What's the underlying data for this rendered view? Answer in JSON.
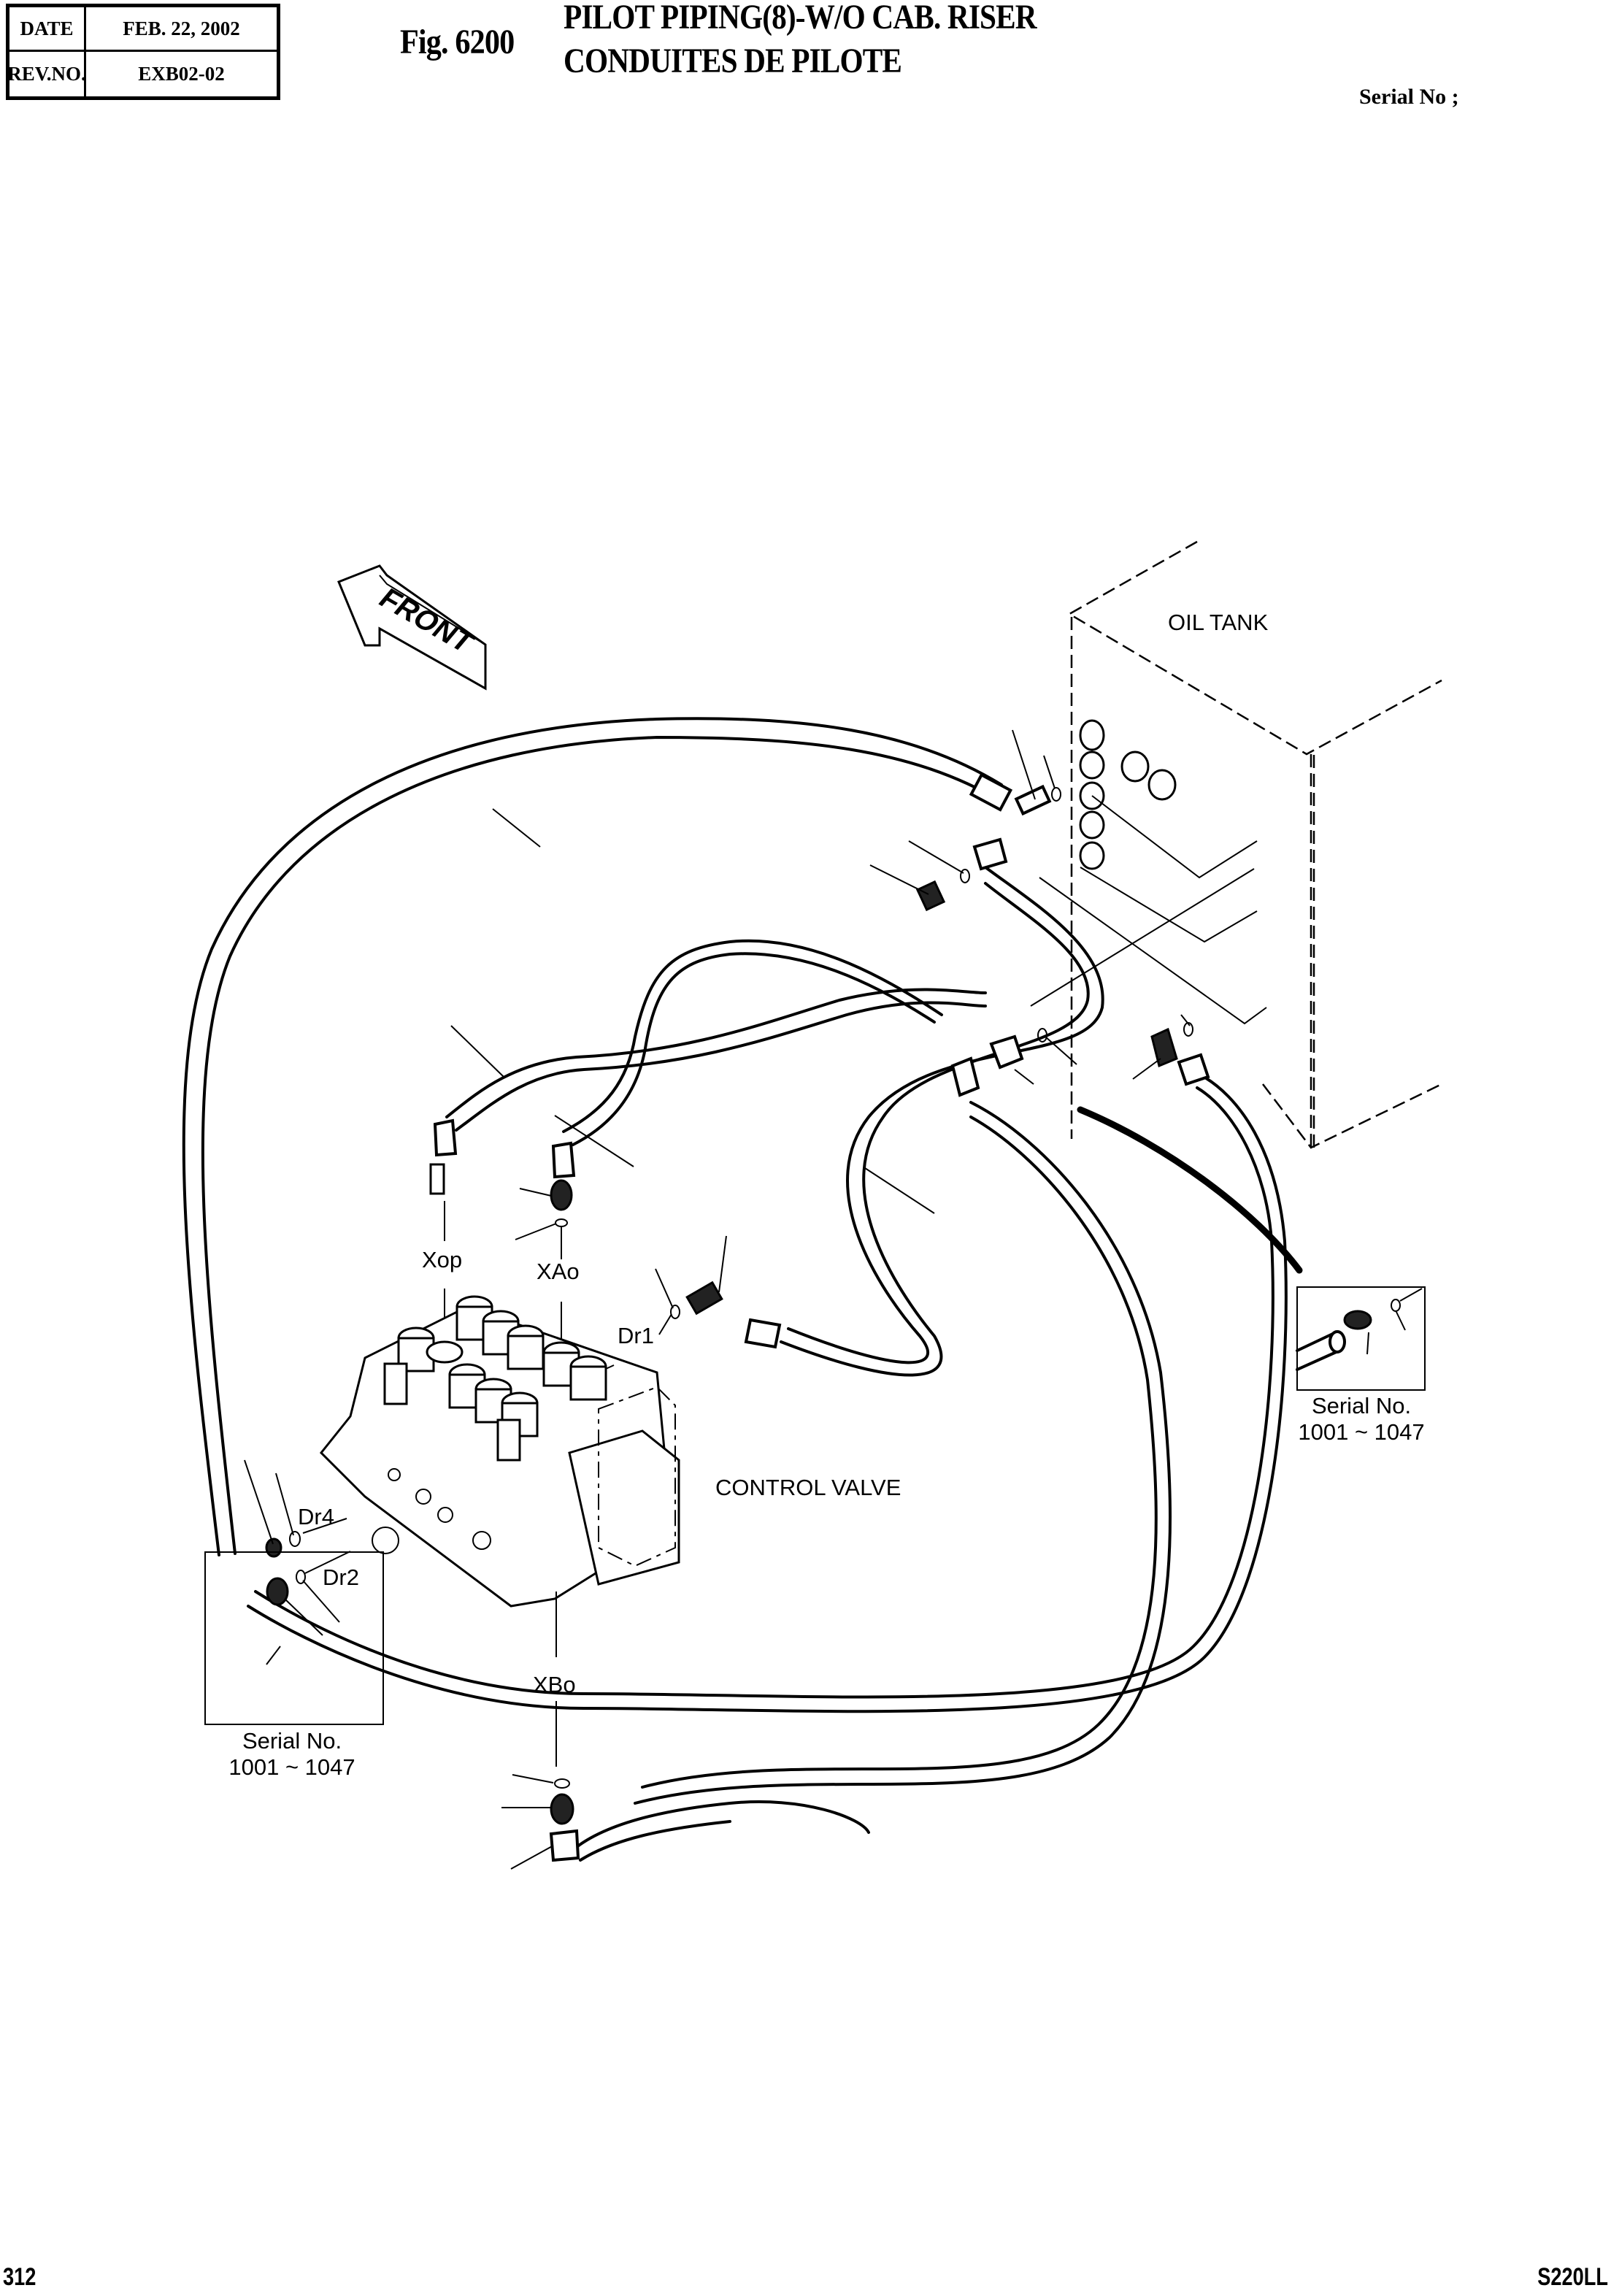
{
  "header": {
    "date_label": "DATE",
    "date_value": "FEB. 22, 2002",
    "rev_label": "REV.NO.",
    "rev_value": "EXB02-02",
    "figure_number": "Fig. 6200",
    "title_en": "PILOT PIPING(8)-W/O CAB. RISER",
    "title_fr": "CONDUITES DE PILOTE",
    "serial_label": "Serial No ;"
  },
  "drawing": {
    "front_arrow_label": "FRONT",
    "components": {
      "oil_tank": "OIL TANK",
      "control_valve": "CONTROL VALVE"
    },
    "ports": {
      "xop": "Xop",
      "xao": "XAo",
      "xbo": "XBo",
      "dr1": "Dr1",
      "dr2": "Dr2",
      "dr4": "Dr4"
    },
    "insets": [
      {
        "line1": "Serial No.",
        "line2": "1001 ~ 1047"
      },
      {
        "line1": "Serial No.",
        "line2": "1001 ~ 1047"
      }
    ]
  },
  "footer": {
    "page_number": "312",
    "model": "S220LL"
  }
}
